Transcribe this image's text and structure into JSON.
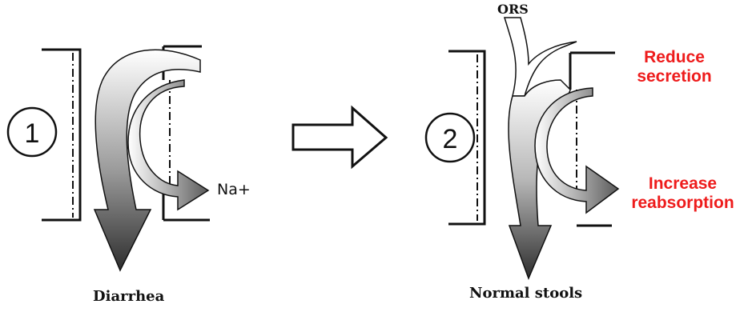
{
  "panel1": {
    "number": "1",
    "ion_label": "Na+",
    "caption": "Diarrhea"
  },
  "panel2": {
    "number": "2",
    "top_label": "ORS",
    "caption": "Normal stools",
    "effect_top": [
      "Reduce",
      "secretion"
    ],
    "effect_bottom": [
      "Increase",
      "reabsorption"
    ]
  },
  "colors": {
    "effect_text": "#ee1c1c",
    "line": "#111111",
    "arrow_gradient_start": "#ffffff",
    "arrow_gradient_end": "#3a3a3a"
  },
  "icons": {
    "transition": "hollow-right-arrow"
  }
}
